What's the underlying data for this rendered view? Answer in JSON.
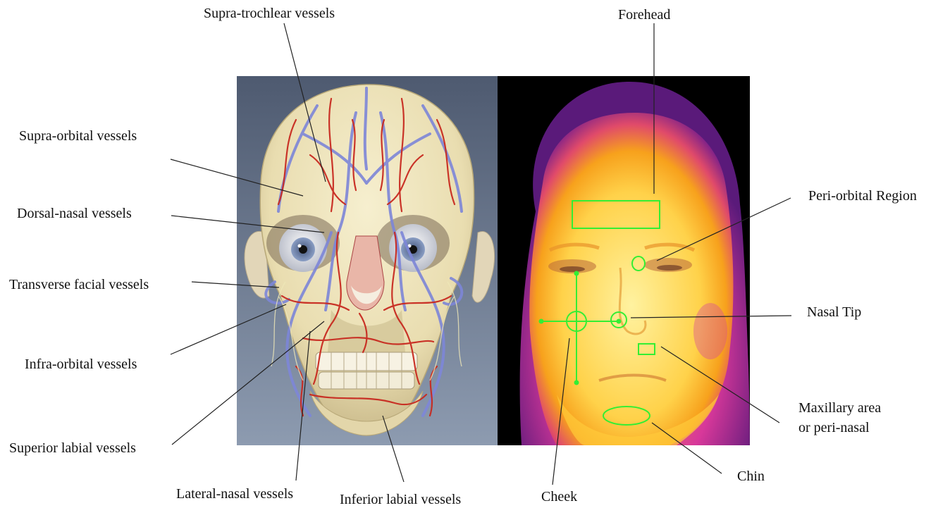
{
  "figure": {
    "left_panel_labels": [
      "Supra-trochlear vessels",
      "Supra-orbital vessels",
      "Dorsal-nasal vessels",
      "Transverse facial vessels",
      "Infra-orbital vessels",
      "Superior labial vessels",
      "Lateral-nasal vessels",
      "Inferior labial vessels"
    ],
    "right_panel_labels": {
      "forehead": "Forehead",
      "periorbital": "Peri-orbital Region",
      "nasal_tip": "Nasal Tip",
      "maxillary_line1": "Maxillary area",
      "maxillary_line2": "or peri-nasal",
      "chin": "Chin",
      "cheek": "Cheek"
    },
    "colors": {
      "roi": "#33ee33",
      "artery": "#c82a20",
      "vein": "#7d86d8",
      "skull": "#ede4bf",
      "thermal_hot": "#ffe27a",
      "thermal_bg": "#000000"
    }
  }
}
